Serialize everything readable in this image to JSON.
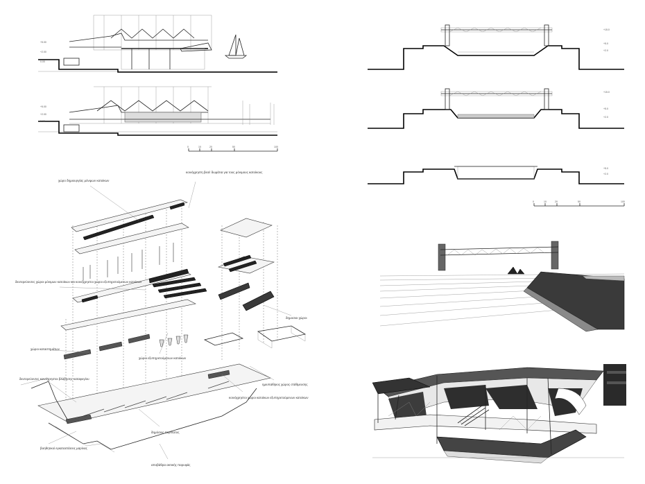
{
  "scale_bars": {
    "top_left": [
      "0",
      "10",
      "20",
      "50",
      "100"
    ],
    "top_right": [
      "0",
      "10",
      "20",
      "50",
      "100"
    ]
  },
  "axonometric_labels": [
    "χώρο δημιουργίας μόνιμων κατοίκων",
    "κοινόχρηστη βεσέ δωμάτια για τους μόνιμους κατοίκους",
    "δευτερεύοντες χώροι μόνιμων κατοίκων και κοινόχρηστοι χώροι εξυπηρετούμενων κατοίκων",
    "χώροι καταστημάτων",
    "δευτερεύοντες κοινόχρηστοι βλάβησης καταφυγίου",
    "χώροι εξυπηρετούμενων κατοίκων",
    "δημοσιοι χώροι",
    "ημιυπαίθριος χώρος στάθμευσης",
    "κοινόχρηστοι χώροι κατοίκων εξυπηρετούμενων κατοίκων",
    "δημόσιος περίπατος",
    "βοηθητικοί εγκαταστάσεις μαρίνας",
    "αποβάθρα ακτικής παρυφάς"
  ]
}
